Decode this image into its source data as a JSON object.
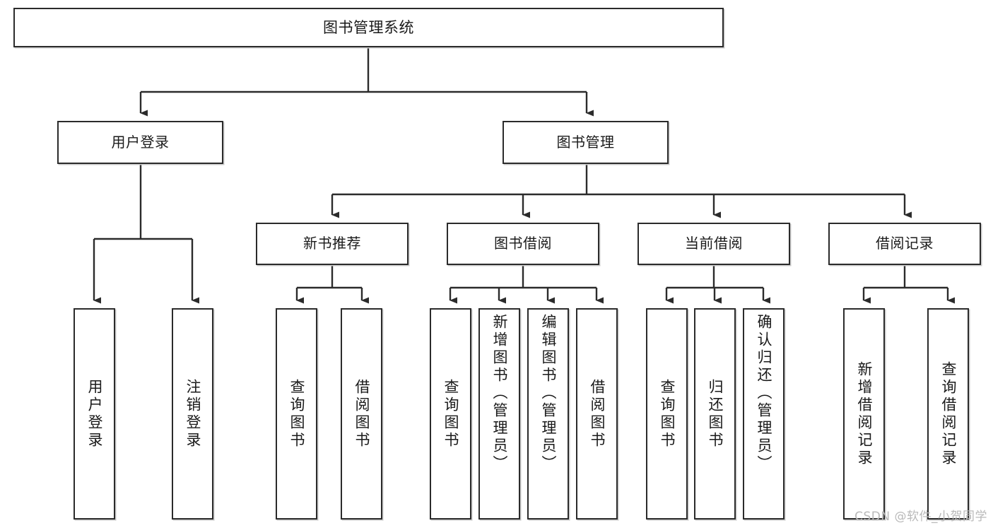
{
  "diagram": {
    "title": "图书管理系统",
    "type": "tree",
    "watermark": "CSDN @软件_小贺同学",
    "colors": {
      "box_border": "#2b2b2b",
      "box_fill": "#ffffff",
      "connector": "#2b2b2b",
      "watermark": "#b9b9b9",
      "background": "#ffffff"
    }
  },
  "nodes": {
    "root": {
      "label": "图书管理系统"
    },
    "level2": [
      {
        "id": "user-login",
        "label": "用户登录"
      },
      {
        "id": "book-management",
        "label": "图书管理"
      }
    ],
    "level3": [
      {
        "id": "new-book-recommend",
        "label": "新书推荐"
      },
      {
        "id": "book-borrow",
        "label": "图书借阅"
      },
      {
        "id": "current-borrow",
        "label": "当前借阅"
      },
      {
        "id": "borrow-record",
        "label": "借阅记录"
      }
    ],
    "leaves": {
      "user_login": [
        {
          "id": "login",
          "label": "用户登录"
        },
        {
          "id": "logout",
          "label": "注销登录"
        }
      ],
      "new_book_recommend": [
        {
          "id": "query-book-1",
          "label": "查询图书"
        },
        {
          "id": "borrow-book-1",
          "label": "借阅图书"
        }
      ],
      "book_borrow": [
        {
          "id": "query-book-2",
          "label": "查询图书"
        },
        {
          "id": "add-book",
          "label": "新增图书（管理员）"
        },
        {
          "id": "edit-book",
          "label": "编辑图书（管理员）"
        },
        {
          "id": "borrow-book-2",
          "label": "借阅图书"
        }
      ],
      "current_borrow": [
        {
          "id": "query-book-3",
          "label": "查询图书"
        },
        {
          "id": "return-book",
          "label": "归还图书"
        },
        {
          "id": "confirm-return",
          "label": "确认归还（管理员）"
        }
      ],
      "borrow_record": [
        {
          "id": "add-borrow-record",
          "label": "新增借阅记录"
        },
        {
          "id": "query-borrow-record",
          "label": "查询借阅记录"
        }
      ]
    }
  }
}
